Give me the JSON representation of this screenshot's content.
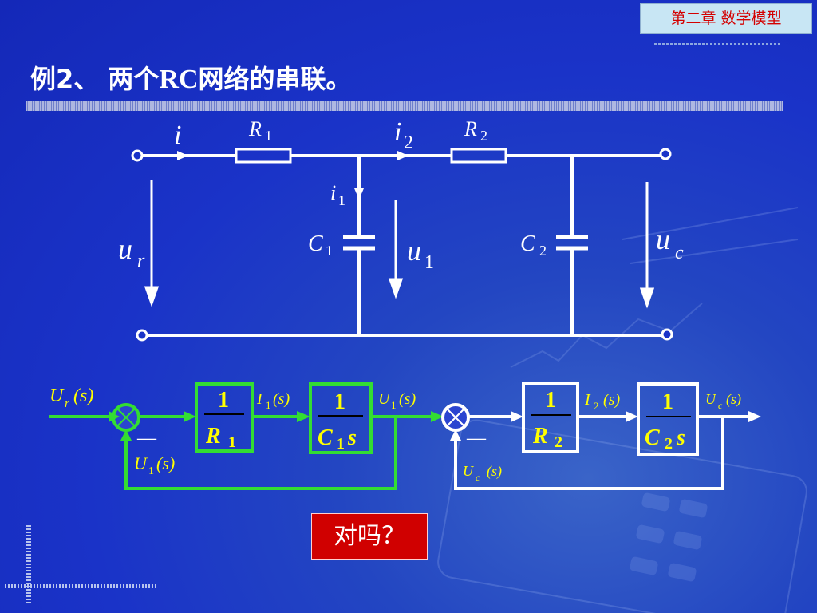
{
  "header": {
    "chapter": "第二章 数学模型"
  },
  "slide": {
    "title_prefix": "例2、 两个",
    "title_rc": "RC",
    "title_suffix": "网络的串联。"
  },
  "circuit": {
    "labels": {
      "i": "i",
      "R1": "R",
      "R1_sub": "1",
      "i2": "i",
      "i2_sub": "2",
      "R2": "R",
      "R2_sub": "2",
      "i1": "i",
      "i1_sub": "1",
      "C1": "C",
      "C1_sub": "1",
      "u1": "u",
      "u1_sub": "1",
      "C2": "C",
      "C2_sub": "2",
      "uc": "u",
      "uc_sub": "c",
      "ur": "u",
      "ur_sub": "r"
    }
  },
  "block_diagram": {
    "ur_s": {
      "main": "U",
      "sub": "r",
      "arg": "(s)"
    },
    "minus1": "—",
    "fb1": {
      "main": "U",
      "sub": "1",
      "arg": "(s)"
    },
    "block1": {
      "num": "1",
      "den": "R",
      "den_sub": "1"
    },
    "i1_s": {
      "main": "I",
      "sub": "1",
      "arg": "(s)"
    },
    "block2": {
      "num": "1",
      "den": "C",
      "den_sub": "1",
      "den_s": "s"
    },
    "u1_s": {
      "main": "U",
      "sub": "1",
      "arg": "(s)"
    },
    "minus2": "—",
    "fb2": {
      "main": "U",
      "sub": "c",
      "arg": "(s)"
    },
    "block3": {
      "num": "1",
      "den": "R",
      "den_sub": "2"
    },
    "i2_s": {
      "main": "I",
      "sub": "2",
      "arg": "(s)"
    },
    "block4": {
      "num": "1",
      "den": "C",
      "den_sub": "2",
      "den_s": "s"
    },
    "uc_s": {
      "main": "U",
      "sub": "c",
      "arg": "(s)"
    }
  },
  "question": "对吗？",
  "colors": {
    "background": "#1a33c8",
    "green": "#33dd33",
    "yellow": "#ffff00",
    "red_box": "#d00000"
  }
}
